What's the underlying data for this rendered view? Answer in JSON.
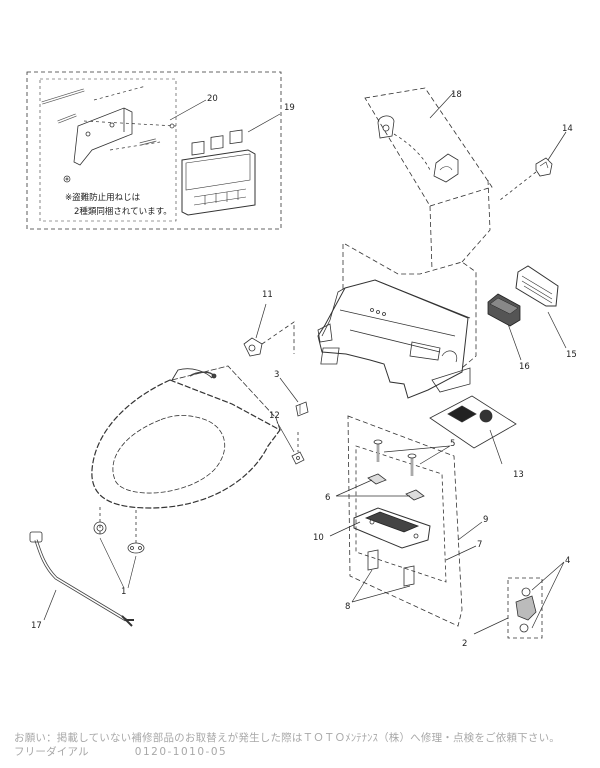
{
  "callouts": [
    "1",
    "2",
    "3",
    "4",
    "5",
    "6",
    "7",
    "8",
    "9",
    "10",
    "11",
    "12",
    "13",
    "14",
    "15",
    "16",
    "17",
    "18",
    "19",
    "20"
  ],
  "note": {
    "line1": "※盗難防止用ねじは",
    "line2": "2種類同梱されています。"
  },
  "footer": {
    "line1": "お願い：掲載していない補修部品のお取替えが発生した際はＴＯＴＯﾒﾝﾃﾅﾝｽ（株）へ修理・点検をご依頼下さい。",
    "line2_label": "フリーダイアル",
    "line2_number": "0120-1010-05"
  }
}
